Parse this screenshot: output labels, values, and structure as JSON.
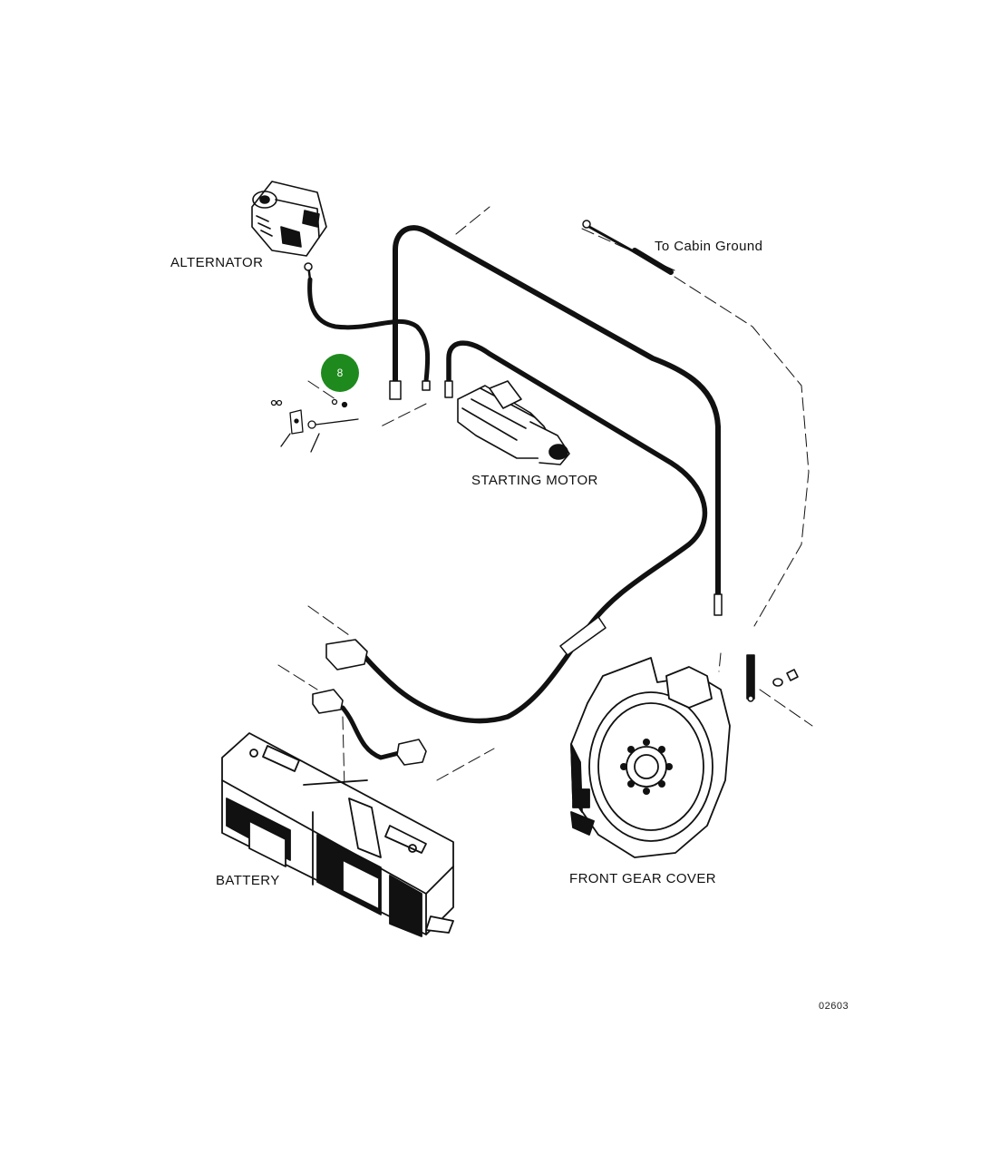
{
  "labels": {
    "alternator": "ALTERNATOR",
    "to_cabin_ground": "To Cabin Ground",
    "starting_motor": "STARTING MOTOR",
    "battery": "BATTERY",
    "front_gear_cover": "FRONT GEAR COVER"
  },
  "callout": {
    "number": "8",
    "color": "#1e8a1e"
  },
  "figure_id": "02603"
}
